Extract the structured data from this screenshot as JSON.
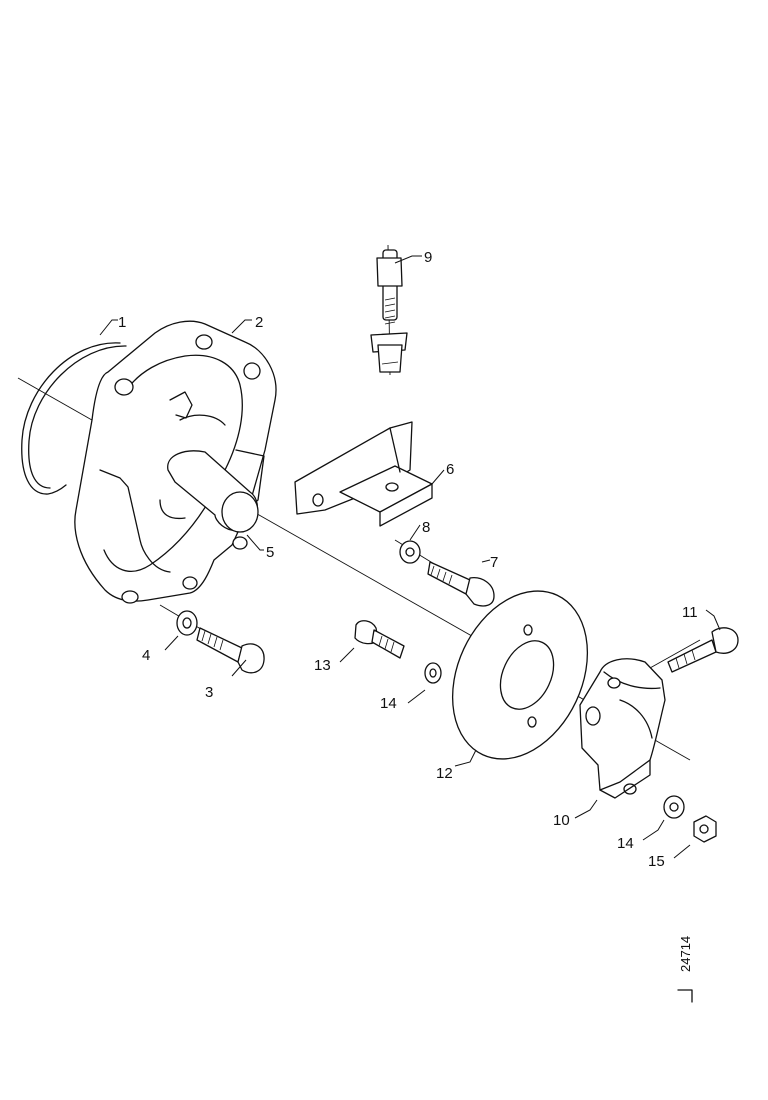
{
  "labels": {
    "p1": "1",
    "p2": "2",
    "p3": "3",
    "p4": "4",
    "p5": "5",
    "p6": "6",
    "p7": "7",
    "p8": "8",
    "p9": "9",
    "p10": "10",
    "p11": "11",
    "p12": "12",
    "p13": "13",
    "p14a": "14",
    "p14b": "14",
    "p15": "15"
  },
  "reference": "24714"
}
